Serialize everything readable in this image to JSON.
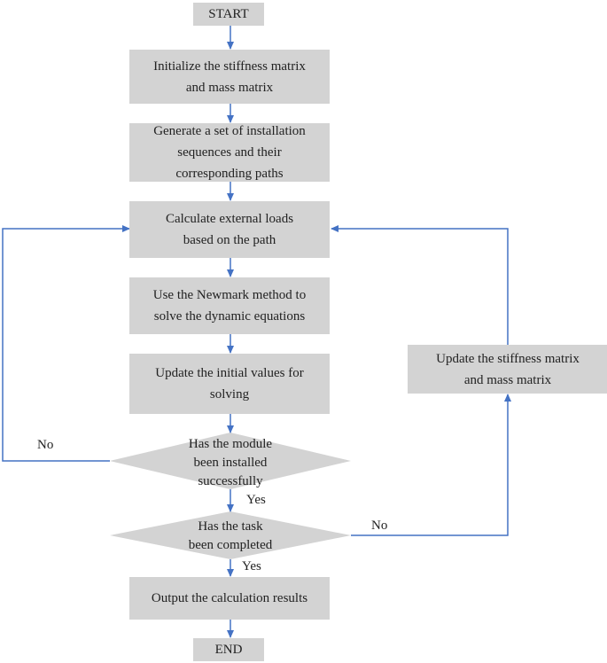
{
  "nodes": {
    "start": "START",
    "init": "Initialize  the  stiffness  matrix\nand  mass  matrix",
    "generate": "Generate  a  set  of  installation\nsequences  and  their\ncorresponding  paths",
    "calculate": "Calculate  external  loads\nbased  on  the  path",
    "newmark": "Use  the  Newmark  method  to\nsolve  the  dynamic  equations",
    "update_initial": "Update  the  initial  values  for\nsolving",
    "decision_module": "Has  the  module\nbeen  installed\nsuccessfully",
    "decision_task": "Has  the  task\nbeen  completed",
    "output": "Output  the  calculation  results",
    "end": "END",
    "update_matrix": "Update  the  stiffness  matrix\nand  mass  matrix"
  },
  "labels": {
    "no_left": "No",
    "yes_module": "Yes",
    "no_right": "No",
    "yes_task": "Yes"
  },
  "colors": {
    "box_fill": "#d3d3d3",
    "arrow": "#4472c4"
  }
}
